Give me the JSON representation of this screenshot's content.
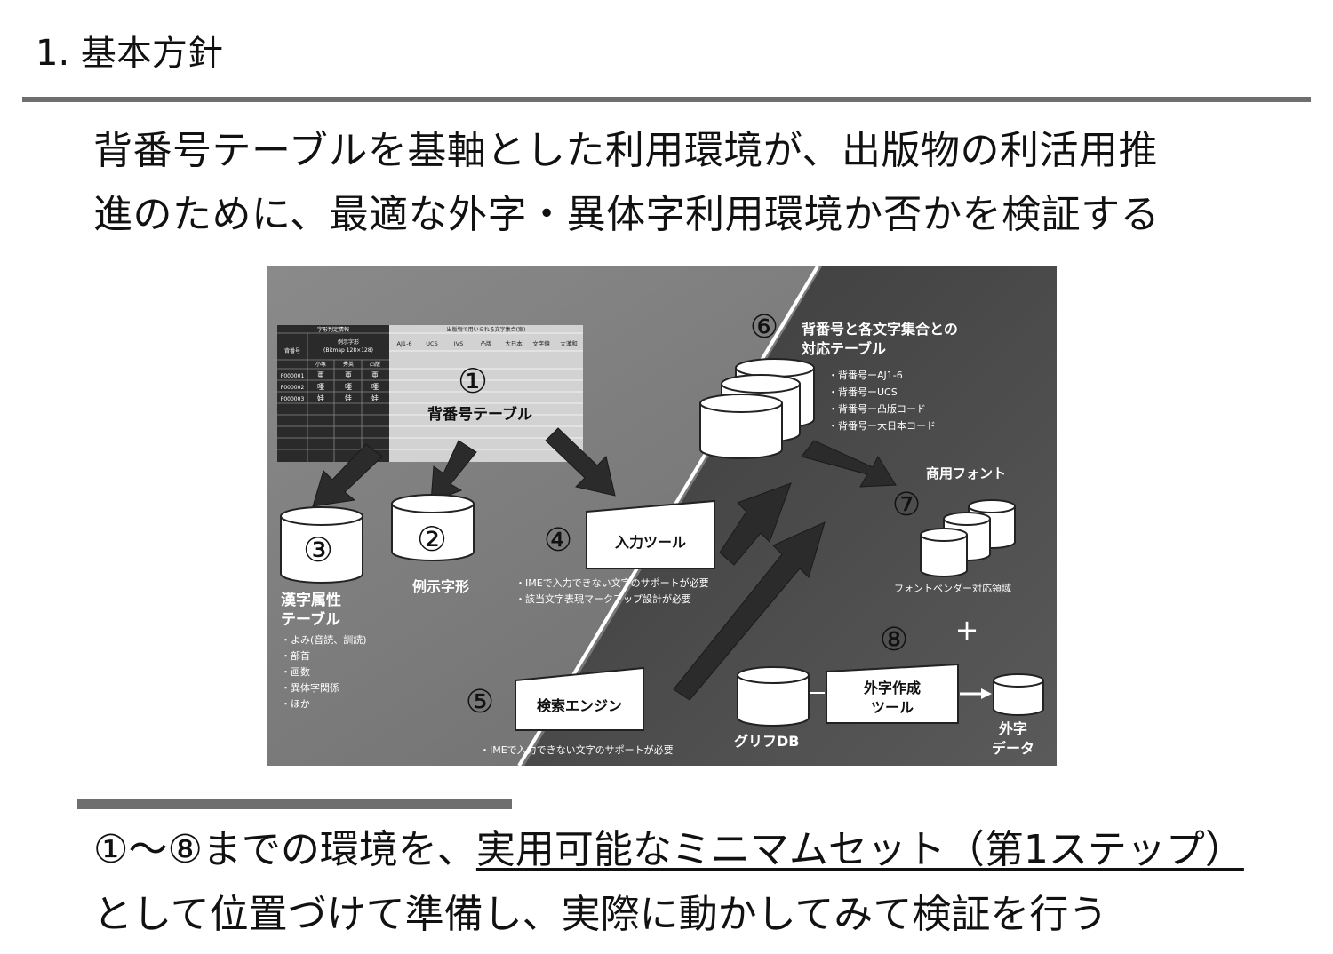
{
  "slide": {
    "title": "1. 基本方針",
    "lead_line1": "背番号テーブルを基軸とした利用環境が、出版物の利活用推",
    "lead_line2": "進のために、最適な外字・異体字利用環境か否かを検証する",
    "conclusion_line1_pre": "①～⑧までの環境を、",
    "conclusion_line1_underlined": "実用可能なミニマムセット（第1ステップ）",
    "conclusion_line2": "として位置づけて準備し、実際に動かしてみて検証を行う"
  },
  "diagram": {
    "table": {
      "left_header": "字形判定情報",
      "col_back_number": "背番号",
      "col_example": "例示字形",
      "col_example_sub": "(Bitmap 128×128)",
      "sub_cols": [
        "小塚",
        "秀英",
        "凸版"
      ],
      "rows": [
        {
          "id": "P000001",
          "glyphs": [
            "亜",
            "亜",
            "亜"
          ]
        },
        {
          "id": "P000002",
          "glyphs": [
            "唖",
            "唖",
            "唖"
          ]
        },
        {
          "id": "P000003",
          "glyphs": [
            "娃",
            "娃",
            "娃"
          ]
        }
      ],
      "right_header": "出版物で用いられる文字集合(案)",
      "charset_cols": [
        "AJ1-6",
        "UCS",
        "IVS",
        "凸版",
        "大日本",
        "文字鏡",
        "大漢和"
      ]
    },
    "n1": "①",
    "n2": "②",
    "n3": "③",
    "n4": "④",
    "n5": "⑤",
    "n6": "⑥",
    "n7": "⑦",
    "n8": "⑧",
    "backnumber_table_label": "背番号テーブル",
    "example_glyph_label": "例示字形",
    "kanji_attr_label_1": "漢字属性",
    "kanji_attr_label_2": "テーブル",
    "kanji_attr_bullets": [
      "・よみ(音読、訓読)",
      "・部首",
      "・画数",
      "・異体字関係",
      "・ほか"
    ],
    "input_tool_label": "入力ツール",
    "input_tool_bullets": [
      "・IMEで入力できない文字のサポートが必要",
      "・該当文字表現マークアップ設計が必要"
    ],
    "search_engine_label": "検索エンジン",
    "search_engine_bullet": "・IMEで入力できない文字のサポートが必要",
    "mapping_label_1": "背番号と各文字集合との",
    "mapping_label_2": "対応テーブル",
    "mapping_bullets": [
      "・背番号ーAJ1-6",
      "・背番号ーUCS",
      "・背番号ー凸版コード",
      "・背番号ー大日本コード"
    ],
    "commercial_font_label": "商用フォント",
    "font_vendor_label": "フォントベンダー対応領域",
    "plus": "+",
    "glyph_db_label": "グリフDB",
    "gaiji_tool_label_1": "外字作成",
    "gaiji_tool_label_2": "ツール",
    "gaiji_data_label_1": "外字",
    "gaiji_data_label_2": "データ"
  },
  "colors": {
    "rule": "#6e6e6e",
    "figure_bg_left": "#7a7a7a",
    "figure_bg_right": "#505050",
    "table_dark": "#2a2a2a",
    "table_light": "#d0d0d0",
    "arrow": "#2b2b2b"
  }
}
